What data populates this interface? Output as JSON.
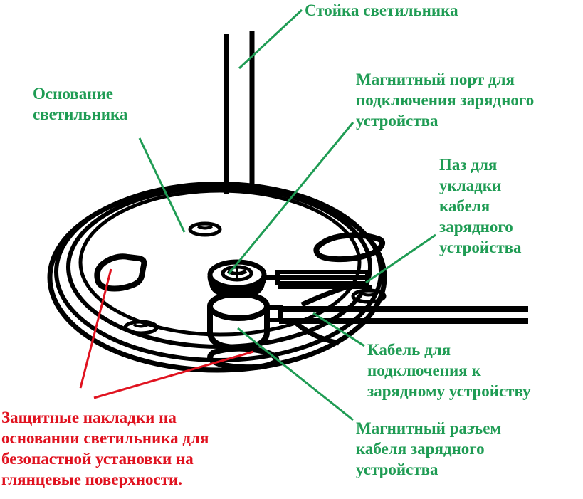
{
  "meta": {
    "kind": "technical-illustration",
    "subject": "Основание светильника со стойкой, магнитный порт зарядки",
    "colors": {
      "label_green": "#1f9c54",
      "label_red": "#e0121f",
      "drawing_line": "#000000",
      "background": "#ffffff"
    }
  },
  "labels": {
    "pole": {
      "text": "Стойка светильника",
      "color": "green",
      "icon": "leader-line-icon"
    },
    "base": {
      "text": "Основание\nсветильника",
      "color": "green",
      "icon": "leader-line-icon"
    },
    "magnetic_port": {
      "text": "Магнитный порт для\nподключения зарядного\nустройства",
      "color": "green",
      "icon": "leader-line-icon"
    },
    "cable_groove": {
      "text": "Паз для\nукладки\nкабеля\nзарядного\nустройства",
      "color": "green",
      "icon": "leader-line-icon"
    },
    "charging_cable": {
      "text": "Кабель для\nподключения к\nзарядному устройству",
      "color": "green",
      "icon": "leader-line-icon"
    },
    "magnetic_connector": {
      "text": "Магнитный разъем\nкабеля зарядного\nустройства",
      "color": "green",
      "icon": "leader-line-icon"
    },
    "protective_pads": {
      "text": "Защитные накладки на\nосновании светильника для\nбезопастной установки на\nглянцевые поверхности.",
      "color": "red",
      "icon": "leader-line-icon"
    }
  },
  "drawing": {
    "parts": [
      {
        "name": "lamp-pole",
        "description": "Вертикальная стойка из двух параллельных линий"
      },
      {
        "name": "base-disc",
        "description": "Круглое основание светильника в перспективе"
      },
      {
        "name": "magnetic-port",
        "description": "Центральный магнитный порт (шайба с прорезью)"
      },
      {
        "name": "magnetic-connector",
        "description": "Магнитный разъем кабеля (цилиндр)"
      },
      {
        "name": "charging-cable",
        "description": "Кабель, выходящий вправо за границу"
      },
      {
        "name": "cable-groove",
        "description": "Паз для укладки кабеля"
      },
      {
        "name": "protective-pad",
        "description": "Защитная накладка на основании"
      },
      {
        "name": "screw-hole",
        "description": "Отверстие в основании"
      }
    ]
  }
}
